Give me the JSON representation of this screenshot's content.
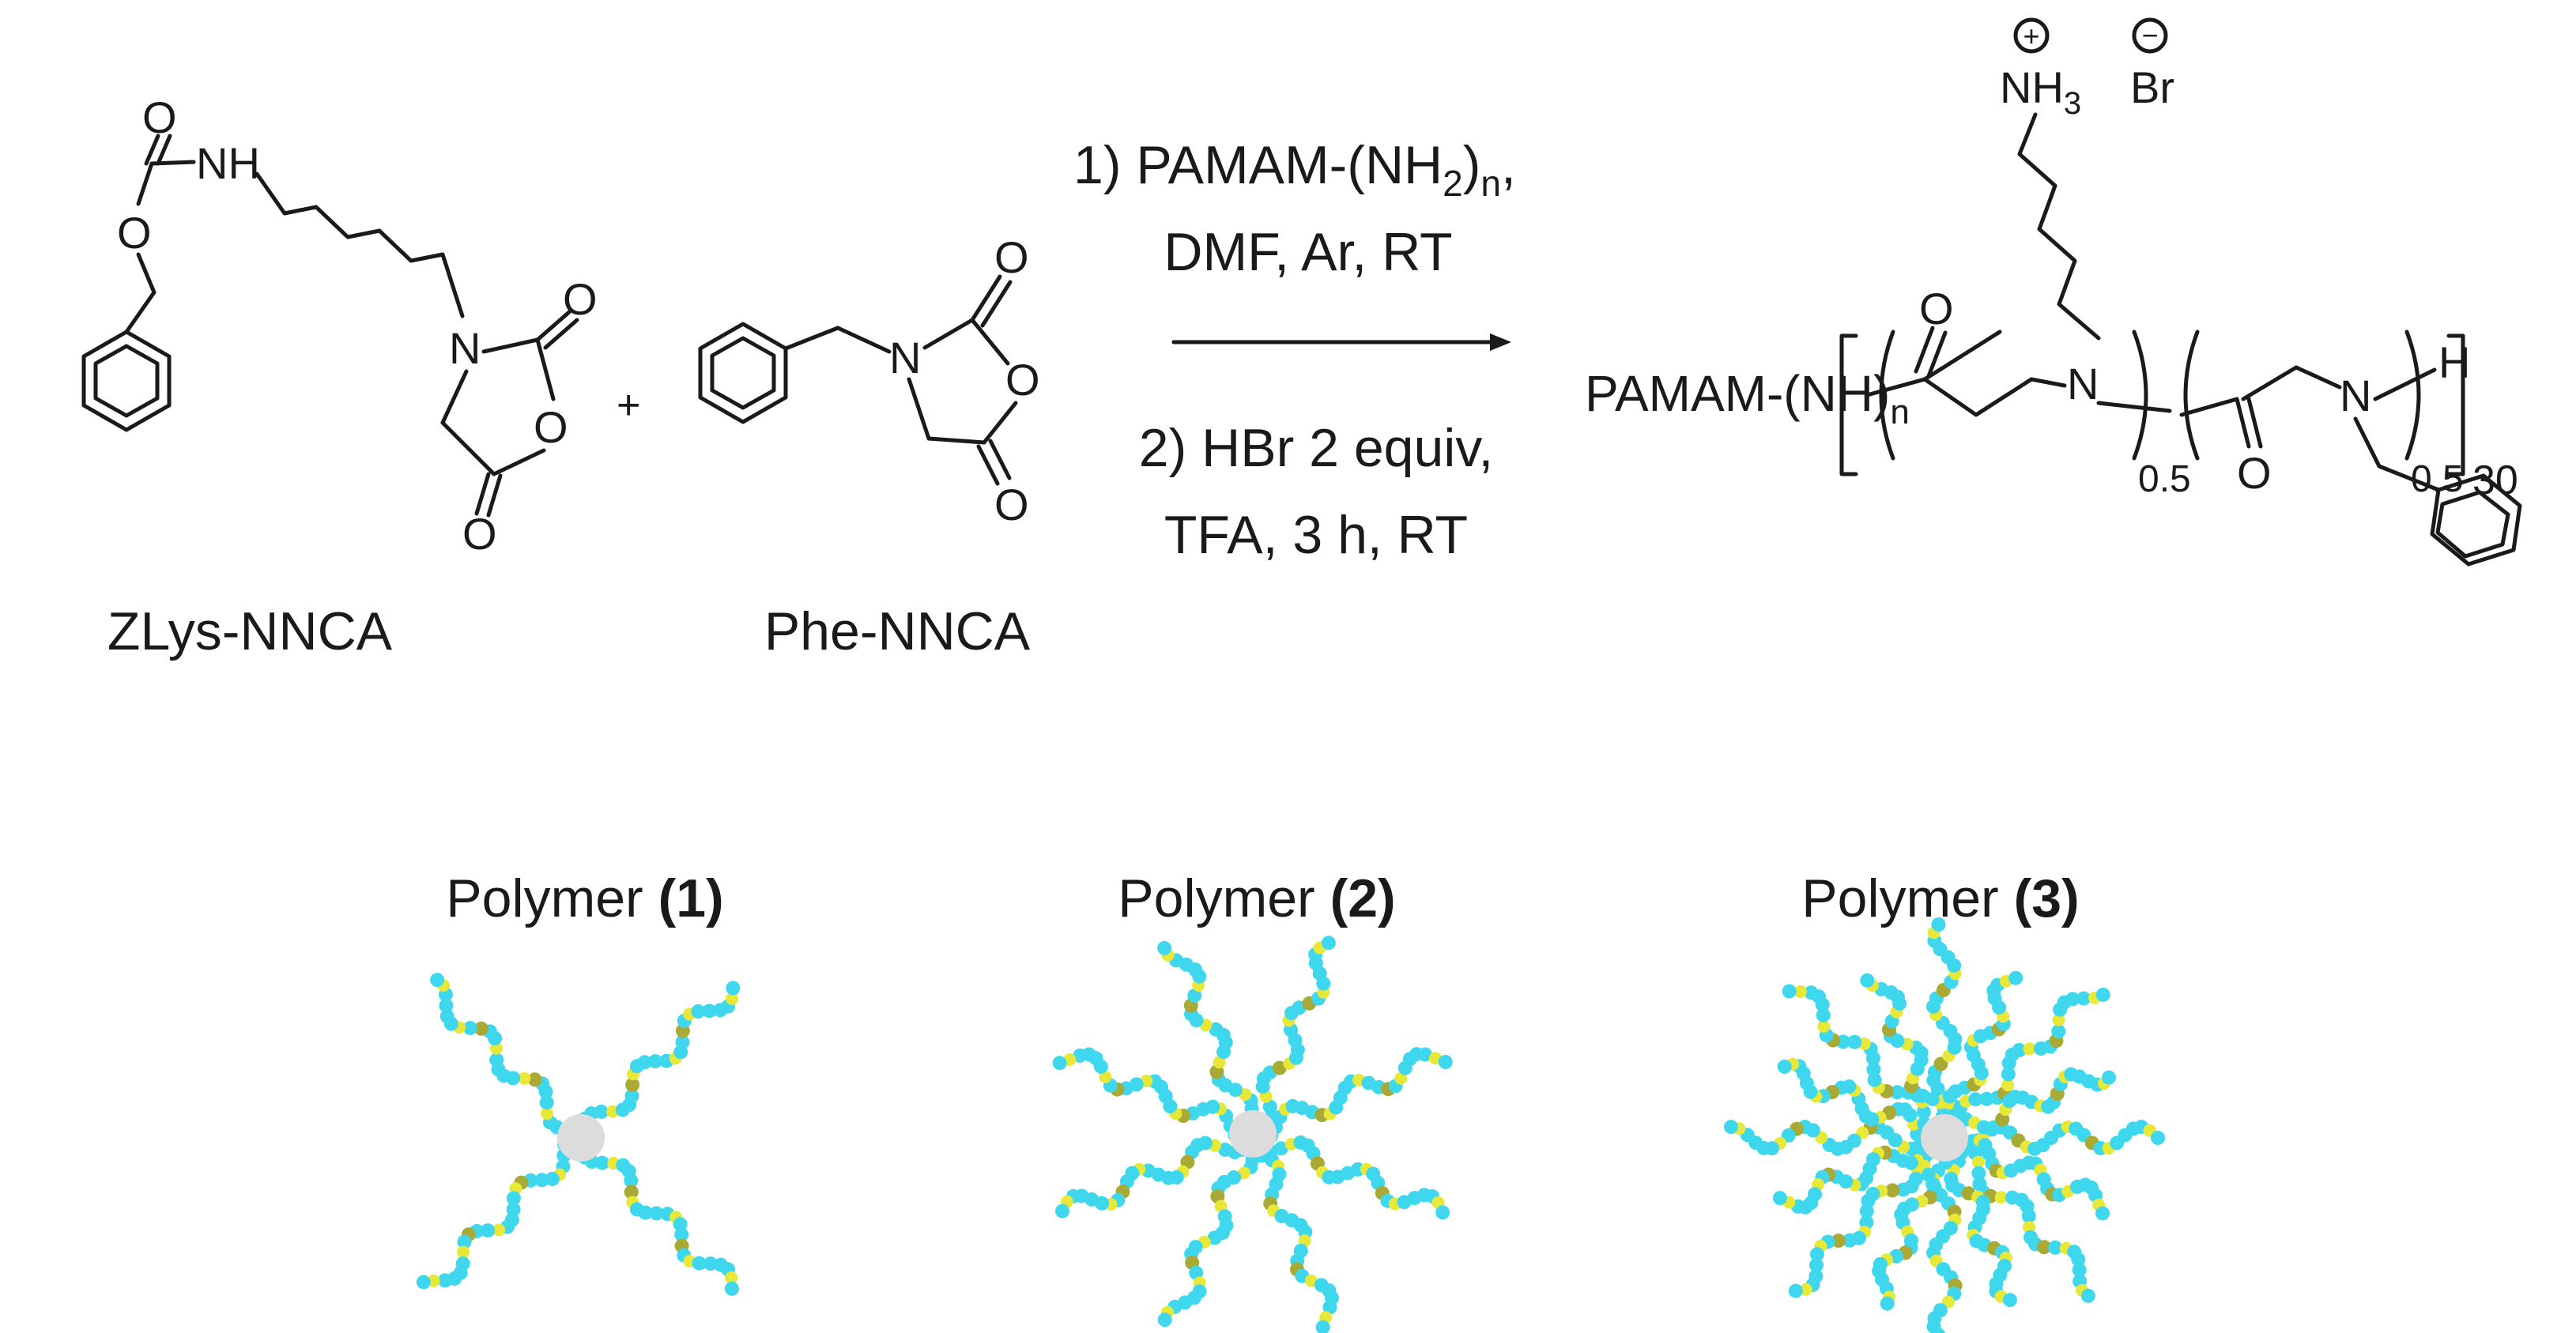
{
  "atoms": {
    "O": "O",
    "NH": "NH",
    "N": "N",
    "H": "H",
    "NH3": "NH",
    "NH3_sub": "3",
    "Br": "Br",
    "plus_charge": "+",
    "minus_charge": "−"
  },
  "reactants": {
    "plus": "+",
    "zlys_name": "ZLys-NNCA",
    "phe_name": "Phe-NNCA"
  },
  "conditions": {
    "step1_prefix": "1) PAMAM-(NH",
    "step1_sub2": "2",
    "step1_close": ")",
    "step1_subn": "n",
    "step1_comma": ",",
    "step1_line2": "DMF, Ar, RT",
    "step2_line1": "2) HBr 2 equiv,",
    "step2_line2": "TFA, 3 h, RT"
  },
  "product": {
    "core_prefix": "PAMAM-(NH)",
    "core_sub": "n",
    "frac_a": "0.5",
    "frac_b": "0.5",
    "dp": "30"
  },
  "polymers": [
    {
      "prefix": "Polymer ",
      "num": "(1)",
      "arms": 4
    },
    {
      "prefix": "Polymer ",
      "num": "(2)",
      "arms": 8
    },
    {
      "prefix": "Polymer ",
      "num": "(3)",
      "arms": 16
    }
  ],
  "colors": {
    "ink": "#1a1a1a",
    "chain_cyan": "#3ed7ee",
    "chain_yellow": "#e8e838",
    "chain_olive": "#a9a936",
    "core": "#dcdcdc"
  }
}
